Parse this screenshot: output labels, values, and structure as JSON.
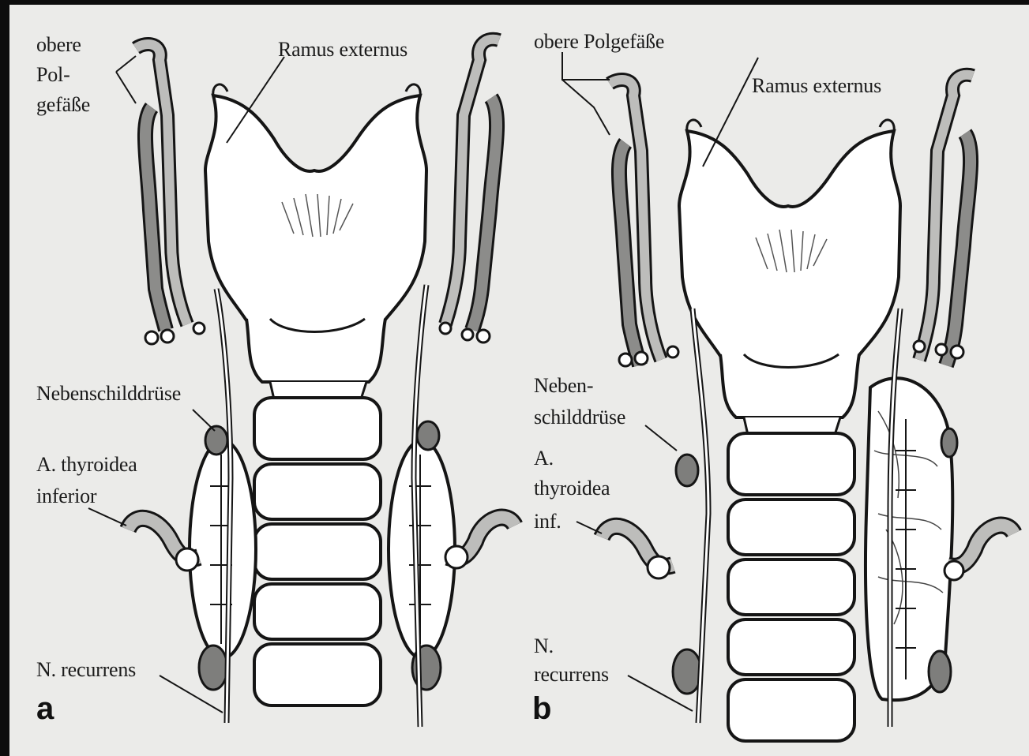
{
  "panels": [
    {
      "letter": "a",
      "labels": {
        "obere_1": "obere",
        "obere_2": "Pol-",
        "obere_3": "gefäße",
        "ramus": "Ramus externus",
        "nebenschild": "Nebenschilddrüse",
        "thyroidea_1": "A. thyroidea",
        "thyroidea_2": "inferior",
        "recurrens": "N. recurrens"
      }
    },
    {
      "letter": "b",
      "labels": {
        "obere": "obere Polgefäße",
        "ramus": "Ramus externus",
        "nebenschild_1": "Neben-",
        "nebenschild_2": "schilddrüse",
        "thyroidea_1": "A.",
        "thyroidea_2": "thyroidea",
        "thyroidea_3": "inf.",
        "recurrens_1": "N.",
        "recurrens_2": "recurrens"
      }
    }
  ],
  "colors": {
    "background": "#ebebe9",
    "outline": "#151515",
    "vessel_fill": "#bdbdbb",
    "vein_fill": "#8c8c8a",
    "gland_fill": "#7e7e7c",
    "cartilage_fill": "#ffffff"
  }
}
